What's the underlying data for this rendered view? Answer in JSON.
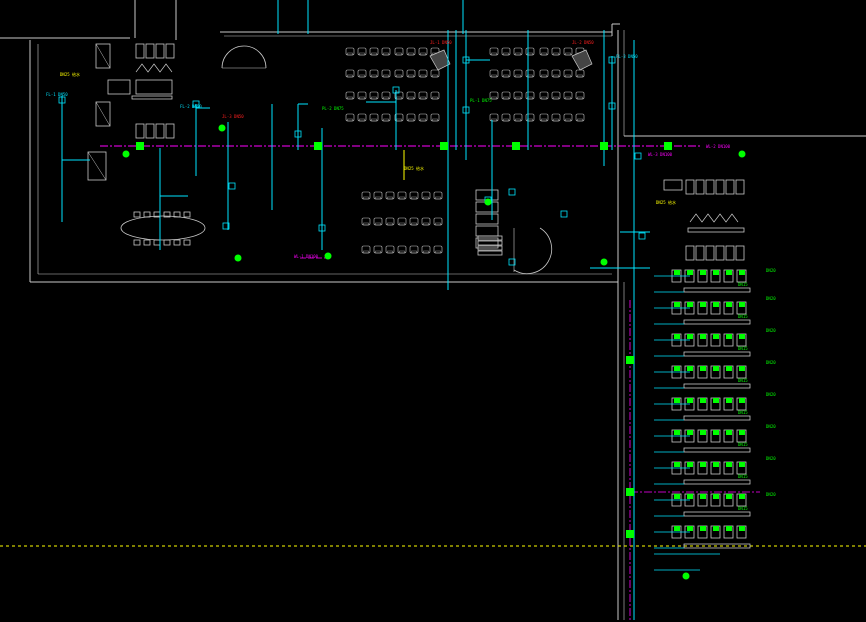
{
  "drawing": {
    "background": "#000000",
    "colors": {
      "wall": "#c8c8c8",
      "water": "#00e5ff",
      "drain": "#ff00ff",
      "node": "#00ff00",
      "tag_red": "#ff2020",
      "tag_yellow": "#ffff00",
      "guide": "#ffff00"
    },
    "labels": [
      {
        "id": "l1",
        "text": "DN25 给水",
        "color": "#ffff00"
      },
      {
        "id": "l2",
        "text": "DN25 给水",
        "color": "#ffff00"
      },
      {
        "id": "l3",
        "text": "DN25 给水",
        "color": "#ffff00"
      },
      {
        "id": "l4",
        "text": "JL-1 DN50",
        "color": "#ff2020"
      },
      {
        "id": "l5",
        "text": "JL-2 DN50",
        "color": "#ff2020"
      },
      {
        "id": "l6",
        "text": "JL-3 DN50",
        "color": "#ff2020"
      },
      {
        "id": "l7",
        "text": "WL-1 DN100",
        "color": "#ff00ff"
      },
      {
        "id": "l8",
        "text": "WL-2 DN100",
        "color": "#ff00ff"
      },
      {
        "id": "l9",
        "text": "WL-3 DN100",
        "color": "#ff00ff"
      },
      {
        "id": "l10",
        "text": "PL-1 DN75",
        "color": "#00ff00"
      },
      {
        "id": "l11",
        "text": "PL-2 DN75",
        "color": "#00ff00"
      },
      {
        "id": "l12",
        "text": "FL-1 DN50",
        "color": "#00e5ff"
      },
      {
        "id": "l13",
        "text": "FL-2 DN50",
        "color": "#00e5ff"
      },
      {
        "id": "l14",
        "text": "FL-3 DN50",
        "color": "#00e5ff"
      },
      {
        "id": "l15",
        "text": "DN20",
        "color": "#00ff00"
      },
      {
        "id": "l16",
        "text": "DN20",
        "color": "#00ff00"
      },
      {
        "id": "l17",
        "text": "DN20",
        "color": "#00ff00"
      },
      {
        "id": "l18",
        "text": "DN20",
        "color": "#00ff00"
      },
      {
        "id": "l19",
        "text": "DN20",
        "color": "#00ff00"
      },
      {
        "id": "l20",
        "text": "DN20",
        "color": "#00ff00"
      },
      {
        "id": "l21",
        "text": "DN20",
        "color": "#00ff00"
      },
      {
        "id": "l22",
        "text": "DN20",
        "color": "#00ff00"
      },
      {
        "id": "l23",
        "text": "DN15",
        "color": "#00ff00"
      },
      {
        "id": "l24",
        "text": "DN15",
        "color": "#00ff00"
      },
      {
        "id": "l25",
        "text": "DN15",
        "color": "#00ff00"
      },
      {
        "id": "l26",
        "text": "DN15",
        "color": "#00ff00"
      },
      {
        "id": "l27",
        "text": "DN15",
        "color": "#00ff00"
      },
      {
        "id": "l28",
        "text": "DN15",
        "color": "#00ff00"
      },
      {
        "id": "l29",
        "text": "DN15",
        "color": "#00ff00"
      },
      {
        "id": "l30",
        "text": "DN15",
        "color": "#00ff00"
      }
    ]
  }
}
